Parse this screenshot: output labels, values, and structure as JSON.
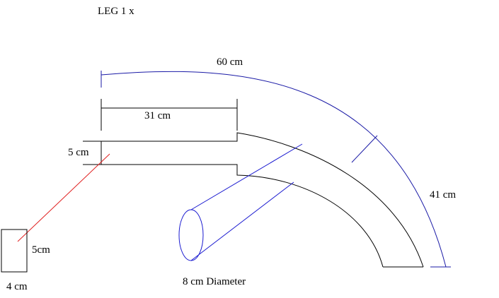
{
  "title": "LEG  1 x",
  "labels": {
    "arc_length": "60 cm",
    "straight_length": "31 cm",
    "pipe_height": "5 cm",
    "side_length": "41 cm",
    "cap_diameter": "8 cm Diameter",
    "box_height": "5cm",
    "box_width": "4 cm"
  },
  "colors": {
    "outline": "#000000",
    "dimension": "#1a1aa6",
    "cap": "#1a1ad0",
    "leader": "#e02020"
  }
}
